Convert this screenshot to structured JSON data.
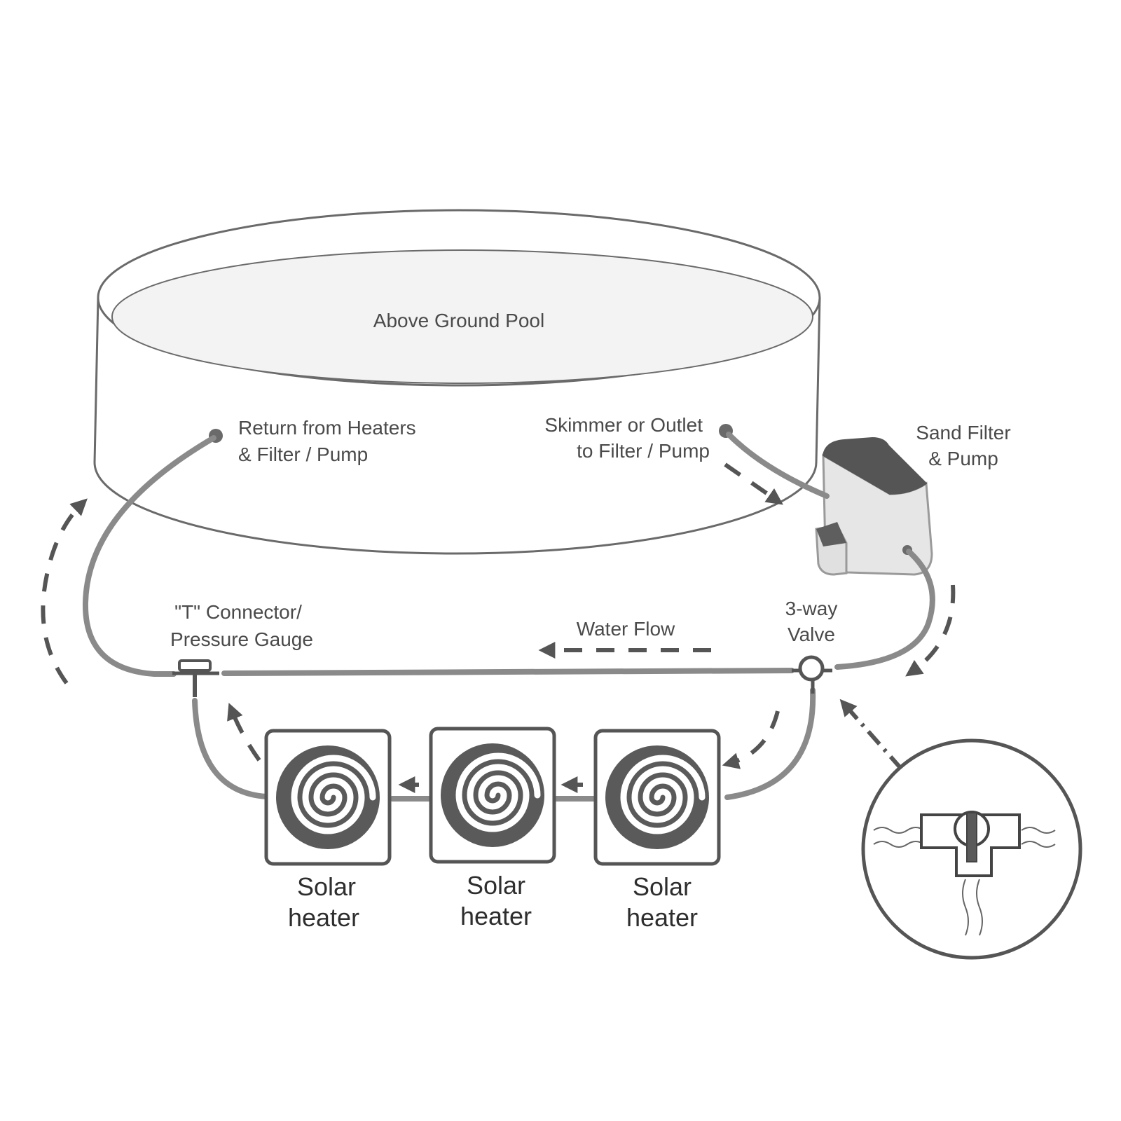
{
  "labels": {
    "pool": "Above Ground Pool",
    "return_line1": "Return from Heaters",
    "return_line2": "& Filter / Pump",
    "skimmer_line1": "Skimmer or Outlet",
    "skimmer_line2": "to Filter / Pump",
    "filter_line1": "Sand Filter",
    "filter_line2": "& Pump",
    "valve_line1": "3-way",
    "valve_line2": "Valve",
    "water_flow": "Water Flow",
    "tconn_line1": "\"T\" Connector/",
    "tconn_line2": "Pressure Gauge"
  },
  "heaters": [
    {
      "line1": "Solar",
      "line2": "heater"
    },
    {
      "line1": "Solar",
      "line2": "heater"
    },
    {
      "line1": "Solar",
      "line2": "heater"
    }
  ],
  "colors": {
    "pipe": "#8a8a8a",
    "flow_arrow": "#555555",
    "heater_disc": "#5a5a5a",
    "filter_top": "#555555",
    "pool_water": "#f3f3f3"
  }
}
